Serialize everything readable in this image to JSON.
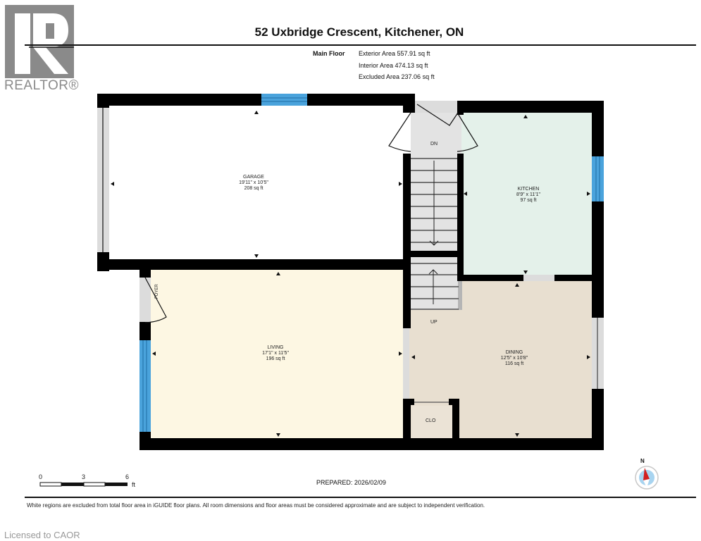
{
  "logo": {
    "name": "REALTOR",
    "text": "REALTOR®"
  },
  "header": {
    "title": "52 Uxbridge Crescent, Kitchener, ON"
  },
  "areas": {
    "floor": "Main Floor",
    "exterior": "Exterior Area 557.91 sq ft",
    "interior": "Interior Area 474.13 sq ft",
    "excluded": "Excluded Area 237.06 sq ft"
  },
  "rooms": {
    "garage": {
      "name": "GARAGE",
      "dims": "19'11\" x 10'5\"",
      "area": "208 sq ft",
      "color": "#ffffff"
    },
    "kitchen": {
      "name": "KITCHEN",
      "dims": "8'9\" x 11'1\"",
      "area": "97 sq ft",
      "color": "#e4f1ea"
    },
    "living": {
      "name": "LIVING",
      "dims": "17'1\" x 11'5\"",
      "area": "196 sq ft",
      "color": "#fdf7e3"
    },
    "dining": {
      "name": "DINING",
      "dims": "12'5\" x 10'8\"",
      "area": "116 sq ft",
      "color": "#e8dfd0"
    },
    "closet": {
      "name": "CLO"
    },
    "foyer": {
      "name": "FOYER"
    },
    "stairs_down": {
      "name": "DN"
    },
    "stairs_up": {
      "name": "UP"
    }
  },
  "colors": {
    "wall": "#000000",
    "window": "#4aa3dc",
    "opening": "#dcdcdc",
    "stairs": "#e3e3e3"
  },
  "scale_bar": {
    "ticks": [
      "0",
      "3",
      "6"
    ],
    "unit": "ft"
  },
  "compass": {
    "label": "N"
  },
  "footer": {
    "prepared": "PREPARED: 2026/02/09",
    "disclaimer": "White regions are excluded from total floor area in iGUIDE floor plans. All room dimensions and floor areas must be considered approximate and are subject to independent verification.",
    "licensed": "Licensed to CAOR"
  }
}
